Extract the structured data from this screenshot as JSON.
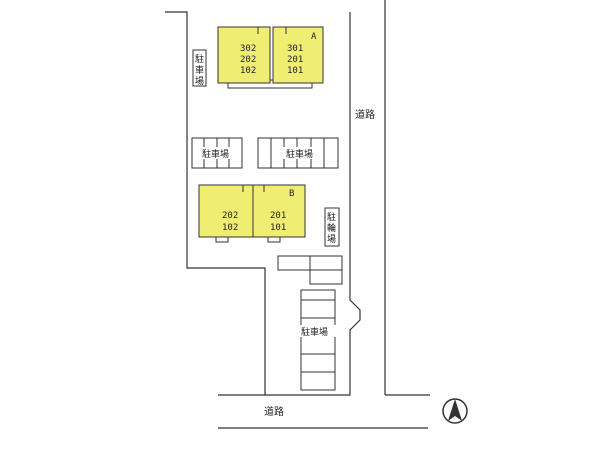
{
  "map": {
    "road_east": "道路",
    "road_south": "道路",
    "building_a": {
      "tag": "A",
      "left_rooms": [
        "302",
        "202",
        "102"
      ],
      "right_rooms": [
        "301",
        "201",
        "101"
      ]
    },
    "building_b": {
      "tag": "B",
      "left_rooms": [
        "202",
        "102"
      ],
      "right_rooms": [
        "201",
        "101"
      ]
    },
    "parking_west": [
      "駐",
      "車",
      "場"
    ],
    "parking_mid_left": "駐車場",
    "parking_mid_right": "駐車場",
    "bicycle_parking": [
      "駐",
      "輪",
      "場"
    ],
    "parking_south": "駐車場",
    "compass": "N",
    "colors": {
      "building_fill": "#f0ed73",
      "line": "#333333",
      "background": "#ffffff"
    }
  }
}
